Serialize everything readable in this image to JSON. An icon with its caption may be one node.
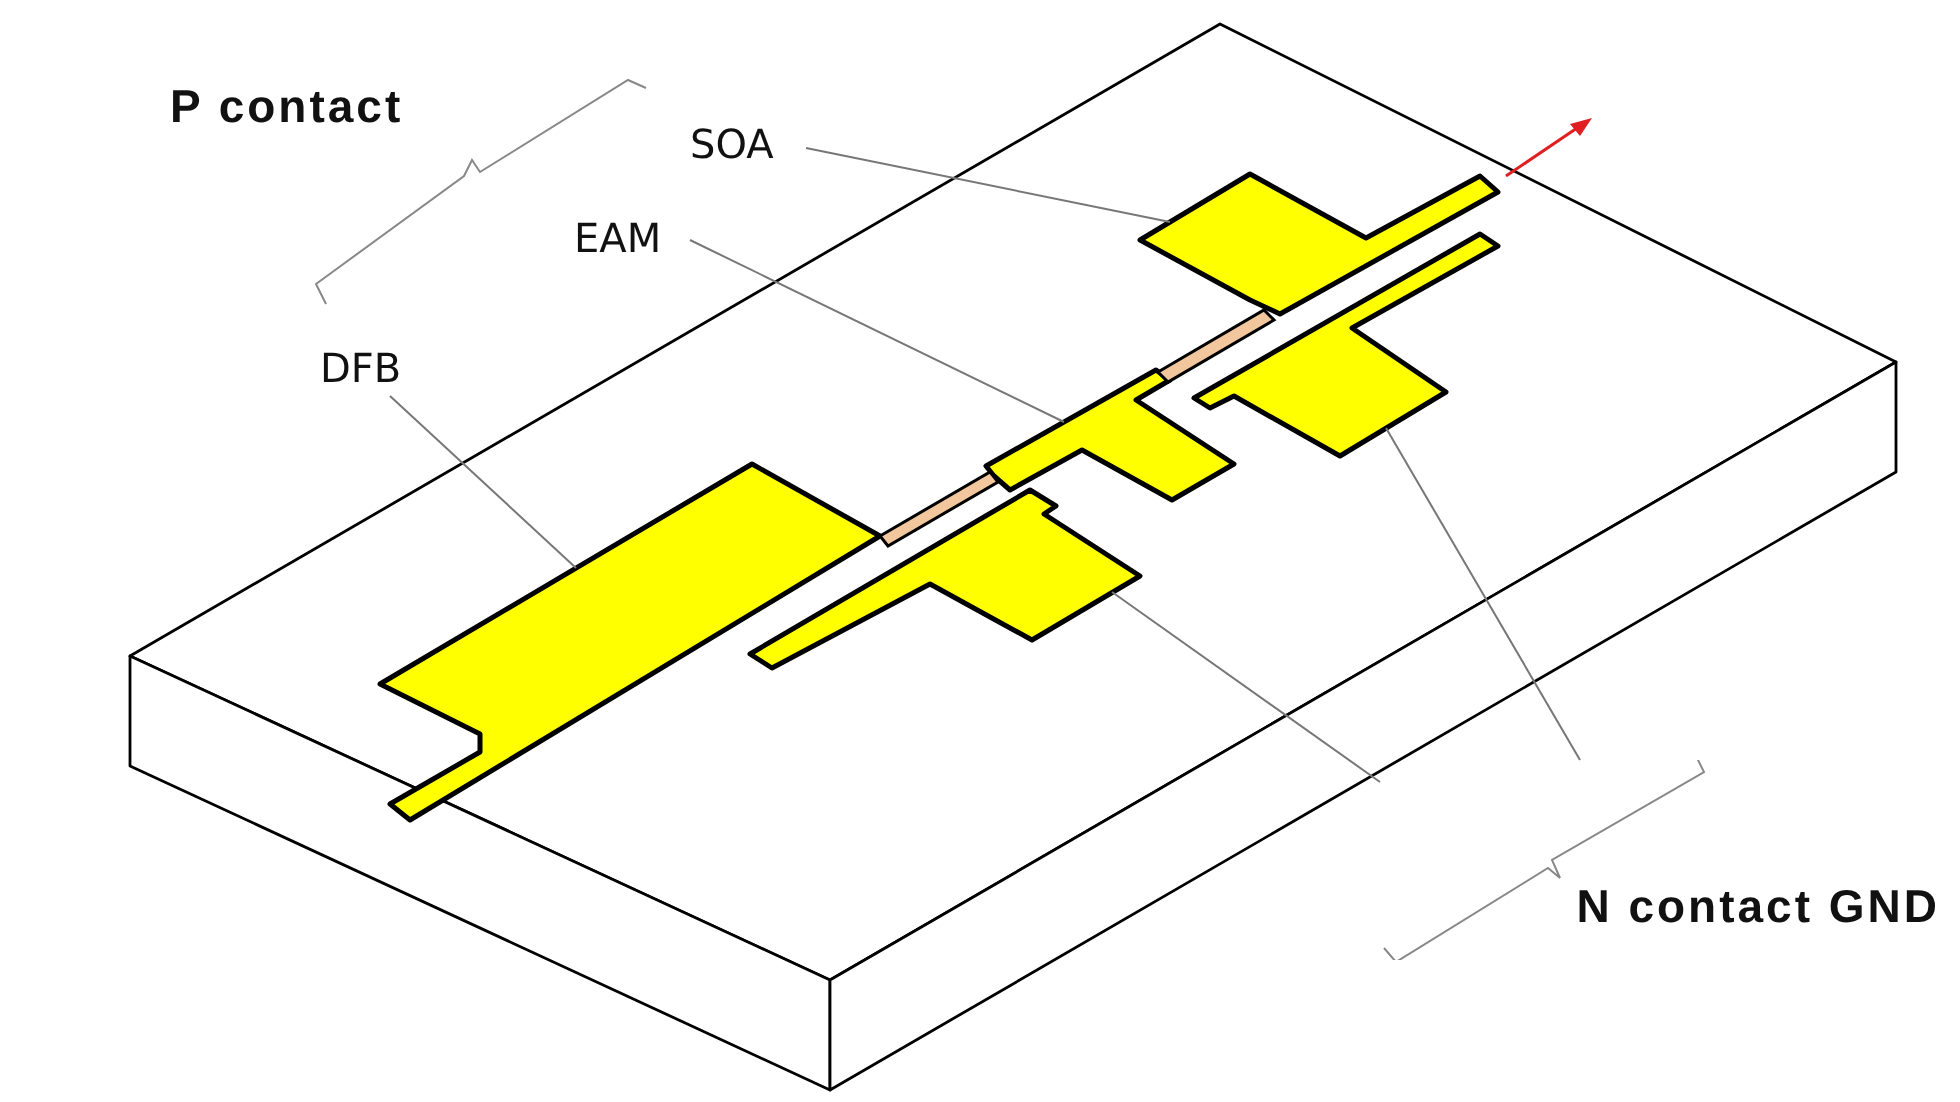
{
  "diagram": {
    "nodes": [
      {
        "text": [
          "SOA"
        ]
      },
      {
        "text": [
          "EAM"
        ]
      },
      {
        "text": [
          "DFB"
        ]
      },
      {
        "text": [
          "N contact GND"
        ]
      },
      {
        "text": [],
        "shape": "box"
      },
      {
        "text": [],
        "shape": "box"
      },
      {
        "text": [],
        "shape": "box"
      },
      {
        "text": [],
        "shape": "box"
      },
      {
        "text": [],
        "shape": "box"
      }
    ],
    "edges": [
      {
        "from": 0,
        "to": 7,
        "arrow": "none"
      },
      {
        "from": 1,
        "to": 6,
        "arrow": "none"
      },
      {
        "from": 2,
        "to": 4,
        "arrow": "none"
      },
      {
        "from": 3,
        "to": 5,
        "arrow": "none"
      },
      {
        "from": 3,
        "to": 8,
        "arrow": "none"
      }
    ],
    "labels": [
      "P contact"
    ]
  }
}
